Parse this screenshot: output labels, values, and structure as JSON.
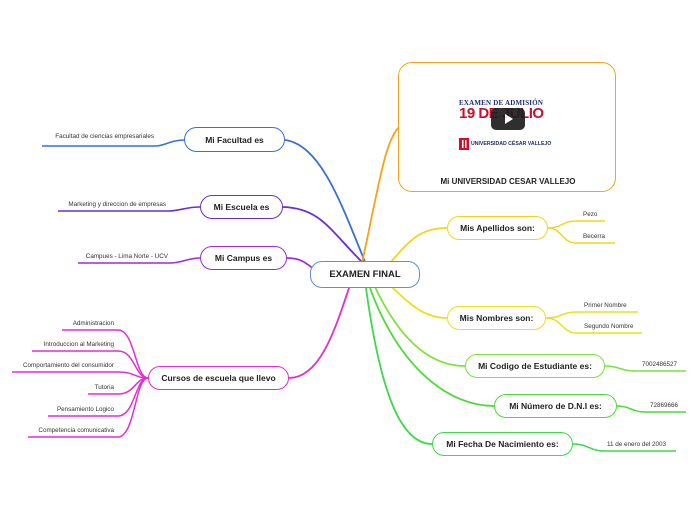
{
  "central": {
    "label": "EXAMEN FINAL"
  },
  "left_branches": [
    {
      "label": "Mi Facultad es",
      "leaves": [
        "Facultad de ciencias empresariales"
      ]
    },
    {
      "label": "Mi Escuela es",
      "leaves": [
        "Marketing y direccion de empresas"
      ]
    },
    {
      "label": "Mi Campus es",
      "leaves": [
        "Campues - Lima Norte - UCV"
      ]
    },
    {
      "label": "Cursos de escuela que llevo",
      "leaves": [
        "Administracion",
        "Introduccion al Marketing",
        "Comportamiento del consumidor",
        "Tutoria",
        "Pensamiento Logico",
        "Competencia comunicativa"
      ]
    }
  ],
  "image_card": {
    "title": "Mi UNIVERSIDAD CESAR VALLEJO",
    "image_text_top": "EXAMEN DE ADMISIÓN",
    "image_text_date": "19 DE JULIO",
    "image_text_brand": "UNIVERSIDAD CÉSAR VALLEJO",
    "icons": [
      "play-icon",
      "ucv-logo-icon"
    ]
  },
  "right_branches": [
    {
      "label": "Mis Apellidos son:",
      "leaves": [
        "Pezo",
        "Becerra"
      ]
    },
    {
      "label": "Mis Nombres son:",
      "leaves": [
        "Primer Nombre",
        "Segundo Nombre"
      ]
    },
    {
      "label": "Mi Codigo de Estudiante es:",
      "leaves": [
        "7002486527"
      ]
    },
    {
      "label": "Mi Número de D.N.I es:",
      "leaves": [
        "72869666"
      ]
    },
    {
      "label": "Mi Fecha De Nacimiento es:",
      "leaves": [
        "11 de enero del 2003"
      ]
    }
  ],
  "colors": {
    "facultad": "#3a6fd6",
    "escuela": "#6a2fd0",
    "campus": "#9a2fd0",
    "cursos": "#e02fd0",
    "card": "#f5a21c",
    "apellidos": "#f0d61c",
    "nombres": "#e6e21c",
    "codigo": "#7ee23a",
    "dni": "#4ed83a",
    "fecha": "#3ed84a",
    "ucv_red": "#c8102e",
    "ucv_navy": "#1d2d6b"
  }
}
